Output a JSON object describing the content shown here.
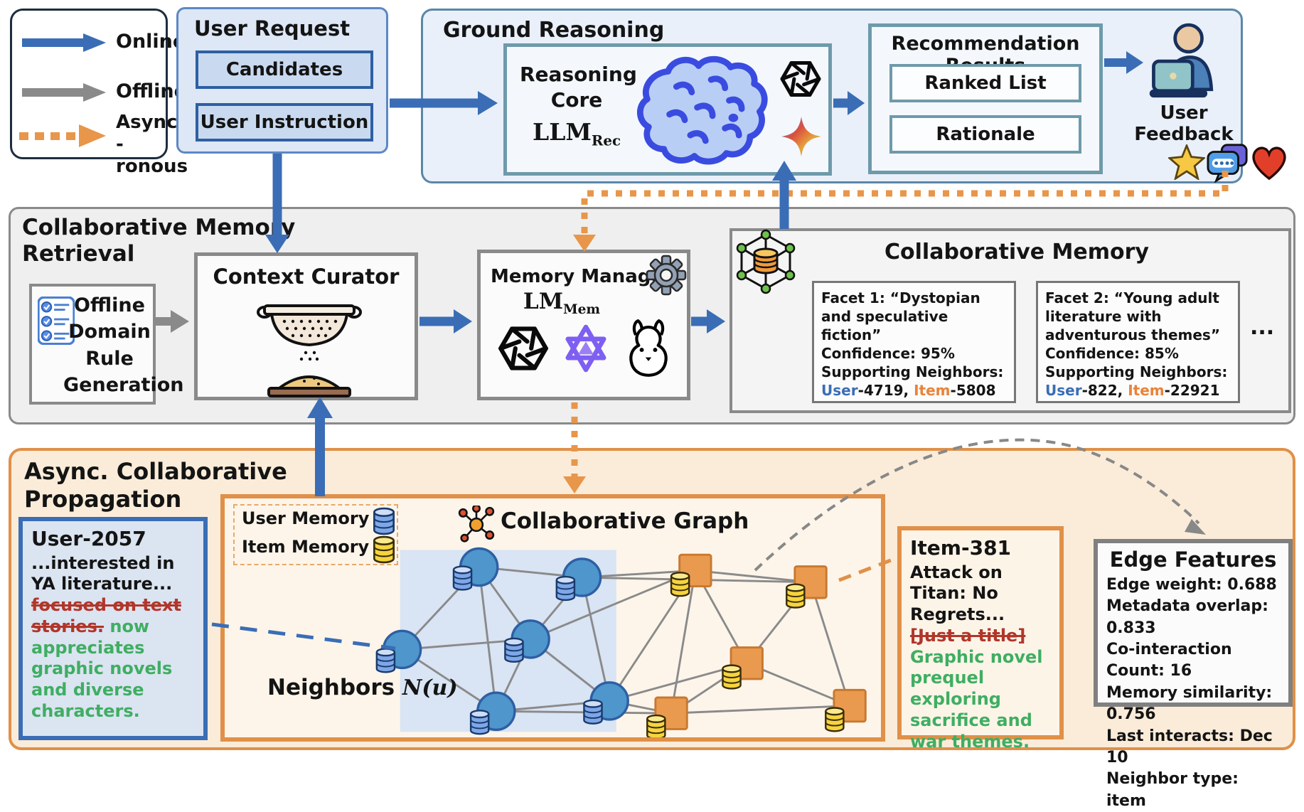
{
  "legend": {
    "online": "Online",
    "offline": "Offline",
    "asynchronous": "Asynch\n-ronous"
  },
  "user_request": {
    "title": "User Request",
    "candidates": "Candidates",
    "instruction": "User Instruction"
  },
  "ground_reasoning": {
    "title": "Ground Reasoning",
    "core_line1": "Reasoning",
    "core_line2": "Core",
    "model": "LLM",
    "model_sub": "Rec"
  },
  "results": {
    "title": "Recommendation Results",
    "ranked": "Ranked List",
    "rationale": "Rationale"
  },
  "feedback": {
    "label": "User\nFeedback"
  },
  "retrieval": {
    "title": "Collaborative Memory\nRetrieval",
    "offline_rule": "Offline\nDomain\nRule\nGeneration",
    "curator": "Context Curator",
    "manager": "Memory Manager",
    "model": "LM",
    "model_sub": "Mem"
  },
  "memory": {
    "title": "Collaborative Memory",
    "ellipsis": "...",
    "facet1": {
      "head": "Facet 1: “Dystopian and speculative fiction”",
      "confidence": "Confidence: 95%",
      "supporting": "Supporting Neighbors:",
      "user": "User",
      "user_id": "-4719,",
      "item": "Item",
      "item_id": "-5808"
    },
    "facet2": {
      "head": "Facet 2: “Young adult literature with adventurous themes”",
      "confidence": "Confidence: 85%",
      "supporting": "Supporting Neighbors:",
      "user": "User",
      "user_id": "-822,",
      "item": "Item",
      "item_id": "-22921"
    }
  },
  "async": {
    "title": "Async. Collaborative\nPropagation",
    "user_card": {
      "title": "User-2057",
      "kept": "...interested in YA literature...",
      "removed": "focused on text stories.",
      "added": "now appreciates graphic novels and diverse characters."
    },
    "graph": {
      "user_memory": "User Memory",
      "item_memory": "Item Memory",
      "title": "Collaborative Graph",
      "neighbors": "Neighbors",
      "neighbors_math": "N(u)"
    },
    "item_card": {
      "title": "Item-381",
      "kept": "Attack on Titan: No Regrets...",
      "removed": "[Just a title]",
      "added": "Graphic novel prequel exploring sacrifice and war themes."
    },
    "edge_features": {
      "title": "Edge Features",
      "rows": [
        "Edge weight: 0.688",
        "Metadata overlap: 0.833",
        "Co-interaction Count: 16",
        "Memory similarity: 0.756",
        "Last interacts: Dec 10",
        "Neighbor type: item"
      ]
    }
  },
  "colors": {
    "online_blue": "#3a6db5",
    "offline_gray": "#8a8a8a",
    "async_orange": "#e8964a",
    "added_green": "#3fae62",
    "removed_red": "#b1362a"
  }
}
